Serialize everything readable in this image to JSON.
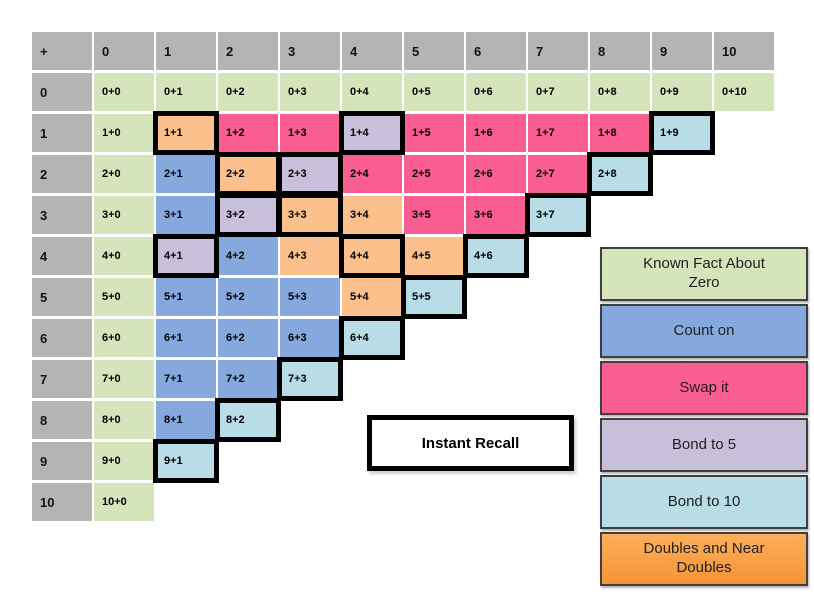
{
  "colors": {
    "header_bg": "#b4b4b4",
    "header_text": "#121212",
    "cell_text": "#000000",
    "instant_recall_border": "#000000",
    "legend_border": "#3f3f3f",
    "strategies": {
      "zero": "#d6e4bc",
      "count_on": "#85a9dc",
      "swap": "#fa5d8f",
      "bond5": "#c8c0da",
      "bond10": "#b8dde7",
      "doubles": "#fbc08c",
      "doubles_legend_top": "#fcaf5a",
      "doubles_legend_bottom": "#f79336"
    }
  },
  "chart_data": {
    "type": "table",
    "title": "",
    "description": "Addition facts grid (sums to 10) colour-coded by recall strategy; thick black outline marks Instant Recall facts",
    "corner_label": "+",
    "col_headers": [
      "0",
      "1",
      "2",
      "3",
      "4",
      "5",
      "6",
      "7",
      "8",
      "9",
      "10"
    ],
    "rows": [
      {
        "header": "0",
        "cells": [
          {
            "label": "0+0",
            "strategy": "zero",
            "ir": false
          },
          {
            "label": "0+1",
            "strategy": "zero",
            "ir": false
          },
          {
            "label": "0+2",
            "strategy": "zero",
            "ir": false
          },
          {
            "label": "0+3",
            "strategy": "zero",
            "ir": false
          },
          {
            "label": "0+4",
            "strategy": "zero",
            "ir": false
          },
          {
            "label": "0+5",
            "strategy": "zero",
            "ir": false
          },
          {
            "label": "0+6",
            "strategy": "zero",
            "ir": false
          },
          {
            "label": "0+7",
            "strategy": "zero",
            "ir": false
          },
          {
            "label": "0+8",
            "strategy": "zero",
            "ir": false
          },
          {
            "label": "0+9",
            "strategy": "zero",
            "ir": false
          },
          {
            "label": "0+10",
            "strategy": "zero",
            "ir": false
          }
        ]
      },
      {
        "header": "1",
        "cells": [
          {
            "label": "1+0",
            "strategy": "zero",
            "ir": false
          },
          {
            "label": "1+1",
            "strategy": "doubles",
            "ir": true
          },
          {
            "label": "1+2",
            "strategy": "swap",
            "ir": false
          },
          {
            "label": "1+3",
            "strategy": "swap",
            "ir": false
          },
          {
            "label": "1+4",
            "strategy": "bond5",
            "ir": true
          },
          {
            "label": "1+5",
            "strategy": "swap",
            "ir": false
          },
          {
            "label": "1+6",
            "strategy": "swap",
            "ir": false
          },
          {
            "label": "1+7",
            "strategy": "swap",
            "ir": false
          },
          {
            "label": "1+8",
            "strategy": "swap",
            "ir": false
          },
          {
            "label": "1+9",
            "strategy": "bond10",
            "ir": true
          }
        ]
      },
      {
        "header": "2",
        "cells": [
          {
            "label": "2+0",
            "strategy": "zero",
            "ir": false
          },
          {
            "label": "2+1",
            "strategy": "count_on",
            "ir": false
          },
          {
            "label": "2+2",
            "strategy": "doubles",
            "ir": true
          },
          {
            "label": "2+3",
            "strategy": "bond5",
            "ir": true
          },
          {
            "label": "2+4",
            "strategy": "swap",
            "ir": false
          },
          {
            "label": "2+5",
            "strategy": "swap",
            "ir": false
          },
          {
            "label": "2+6",
            "strategy": "swap",
            "ir": false
          },
          {
            "label": "2+7",
            "strategy": "swap",
            "ir": false
          },
          {
            "label": "2+8",
            "strategy": "bond10",
            "ir": true
          }
        ]
      },
      {
        "header": "3",
        "cells": [
          {
            "label": "3+0",
            "strategy": "zero",
            "ir": false
          },
          {
            "label": "3+1",
            "strategy": "count_on",
            "ir": false
          },
          {
            "label": "3+2",
            "strategy": "bond5",
            "ir": true
          },
          {
            "label": "3+3",
            "strategy": "doubles",
            "ir": true
          },
          {
            "label": "3+4",
            "strategy": "doubles",
            "ir": false
          },
          {
            "label": "3+5",
            "strategy": "swap",
            "ir": false
          },
          {
            "label": "3+6",
            "strategy": "swap",
            "ir": false
          },
          {
            "label": "3+7",
            "strategy": "bond10",
            "ir": true
          }
        ]
      },
      {
        "header": "4",
        "cells": [
          {
            "label": "4+0",
            "strategy": "zero",
            "ir": false
          },
          {
            "label": "4+1",
            "strategy": "bond5",
            "ir": true
          },
          {
            "label": "4+2",
            "strategy": "count_on",
            "ir": false
          },
          {
            "label": "4+3",
            "strategy": "doubles",
            "ir": false
          },
          {
            "label": "4+4",
            "strategy": "doubles",
            "ir": true
          },
          {
            "label": "4+5",
            "strategy": "doubles",
            "ir": false
          },
          {
            "label": "4+6",
            "strategy": "bond10",
            "ir": true
          }
        ]
      },
      {
        "header": "5",
        "cells": [
          {
            "label": "5+0",
            "strategy": "zero",
            "ir": false
          },
          {
            "label": "5+1",
            "strategy": "count_on",
            "ir": false
          },
          {
            "label": "5+2",
            "strategy": "count_on",
            "ir": false
          },
          {
            "label": "5+3",
            "strategy": "count_on",
            "ir": false
          },
          {
            "label": "5+4",
            "strategy": "doubles",
            "ir": false
          },
          {
            "label": "5+5",
            "strategy": "bond10",
            "ir": true
          }
        ]
      },
      {
        "header": "6",
        "cells": [
          {
            "label": "6+0",
            "strategy": "zero",
            "ir": false
          },
          {
            "label": "6+1",
            "strategy": "count_on",
            "ir": false
          },
          {
            "label": "6+2",
            "strategy": "count_on",
            "ir": false
          },
          {
            "label": "6+3",
            "strategy": "count_on",
            "ir": false
          },
          {
            "label": "6+4",
            "strategy": "bond10",
            "ir": true
          }
        ]
      },
      {
        "header": "7",
        "cells": [
          {
            "label": "7+0",
            "strategy": "zero",
            "ir": false
          },
          {
            "label": "7+1",
            "strategy": "count_on",
            "ir": false
          },
          {
            "label": "7+2",
            "strategy": "count_on",
            "ir": false
          },
          {
            "label": "7+3",
            "strategy": "bond10",
            "ir": true
          }
        ]
      },
      {
        "header": "8",
        "cells": [
          {
            "label": "8+0",
            "strategy": "zero",
            "ir": false
          },
          {
            "label": "8+1",
            "strategy": "count_on",
            "ir": false
          },
          {
            "label": "8+2",
            "strategy": "bond10",
            "ir": true
          }
        ]
      },
      {
        "header": "9",
        "cells": [
          {
            "label": "9+0",
            "strategy": "zero",
            "ir": false
          },
          {
            "label": "9+1",
            "strategy": "bond10",
            "ir": true
          }
        ]
      },
      {
        "header": "10",
        "cells": [
          {
            "label": "10+0",
            "strategy": "zero",
            "ir": false
          }
        ]
      }
    ],
    "legend": [
      {
        "label": "Known Fact About\nZero",
        "strategy": "zero"
      },
      {
        "label": "Count on",
        "strategy": "count_on"
      },
      {
        "label": "Swap it",
        "strategy": "swap"
      },
      {
        "label": "Bond to 5",
        "strategy": "bond5"
      },
      {
        "label": "Bond to 10",
        "strategy": "bond10"
      },
      {
        "label": "Doubles and Near\nDoubles",
        "strategy": "doubles"
      }
    ],
    "instant_recall_label": "Instant Recall",
    "layout": {
      "legend_position": "right",
      "grid": "triangular, sums ≤ 10"
    }
  }
}
